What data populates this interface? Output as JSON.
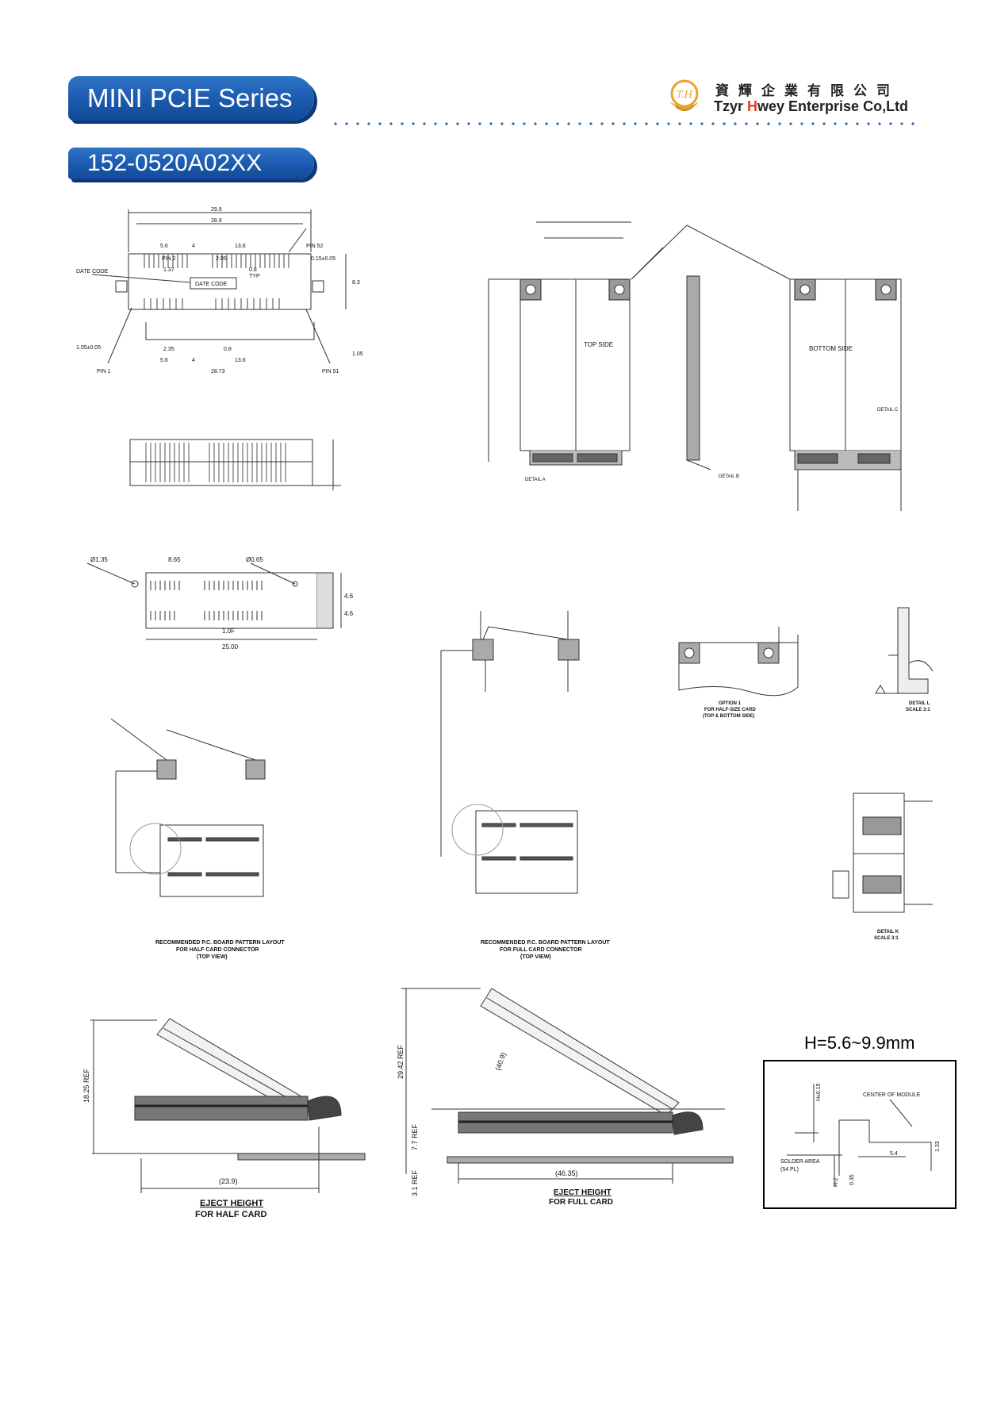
{
  "header": {
    "series_title": "MINI PCIE Series",
    "part_number": "152-0520A02XX",
    "company_cn": "資輝企業有限公司",
    "company_en_prefix": "Tzyr ",
    "company_en_highlight": "H",
    "company_en_suffix": "wey Enterprise Co,Ltd",
    "logo_mark": "T.H"
  },
  "colors": {
    "banner": "#1a5aaf",
    "banner_dark": "#0d3878",
    "dots": "#2b67b7",
    "logo_gold": "#e6a52a",
    "logo_red": "#e03a1e"
  },
  "drawings": {
    "top_view": {
      "dims": [
        "29.9",
        "28.9",
        "5.6",
        "4",
        "13.6",
        "PIN 52",
        "PIN 2",
        "2.05",
        "0.15±0.05",
        "1.37",
        "0.8",
        "TYP",
        "DATE CODE",
        "DATE CODE",
        "1.05±0.05",
        "2.35",
        "0.8",
        "5.6",
        "4",
        "13.6",
        "PIN 1",
        "28.73",
        "PIN 51",
        "8.3",
        "1.05"
      ]
    },
    "mini_card": {
      "labels": [
        "TOP SIDE",
        "BOTTOM SIDE",
        "DETAIL A",
        "DETAIL B",
        "DETAIL C"
      ]
    },
    "layout_half": {
      "dims": [
        "Ø1.35",
        "8.65",
        "Ø0.65",
        "4.6",
        "4.6",
        "25.00",
        "1.0F"
      ],
      "caption": [
        "RECOMMENDED P.C. BOARD PATTERN LAYOUT",
        "FOR HALF CARD CONNECTOR",
        "(TOP VIEW)"
      ]
    },
    "layout_full": {
      "caption": [
        "RECOMMENDED P.C. BOARD PATTERN LAYOUT",
        "FOR FULL CARD CONNECTOR",
        "(TOP VIEW)"
      ]
    },
    "option": {
      "caption": [
        "OPTION 1",
        "FOR HALF-SIZE CARD",
        "(TOP & BOTTOM SIDE)"
      ]
    },
    "detail_l": {
      "caption": [
        "DETAIL L",
        "SCALE 3:1"
      ]
    },
    "detail_k": {
      "caption": [
        "DETAIL K",
        "SCALE 3:1"
      ]
    },
    "eject_half": {
      "dims": [
        "18.25 REF",
        "(23.9)"
      ],
      "caption": [
        "EJECT HEIGHT",
        "FOR HALF CARD"
      ]
    },
    "eject_full": {
      "dims": [
        "29.42 REF",
        "7.7 REF",
        "3.1 REF",
        "(40.9)",
        "(46.35)"
      ],
      "caption": [
        "EJECT HEIGHT",
        "FOR FULL CARD"
      ]
    },
    "height_box": {
      "label": "H=5.6~9.9mm",
      "dims": [
        "H±0.15",
        "CENTER OF MODULE",
        "SOLDER AREA",
        "(54 PL)",
        "H-2",
        "0.35",
        "5.4",
        "1.33"
      ]
    }
  }
}
